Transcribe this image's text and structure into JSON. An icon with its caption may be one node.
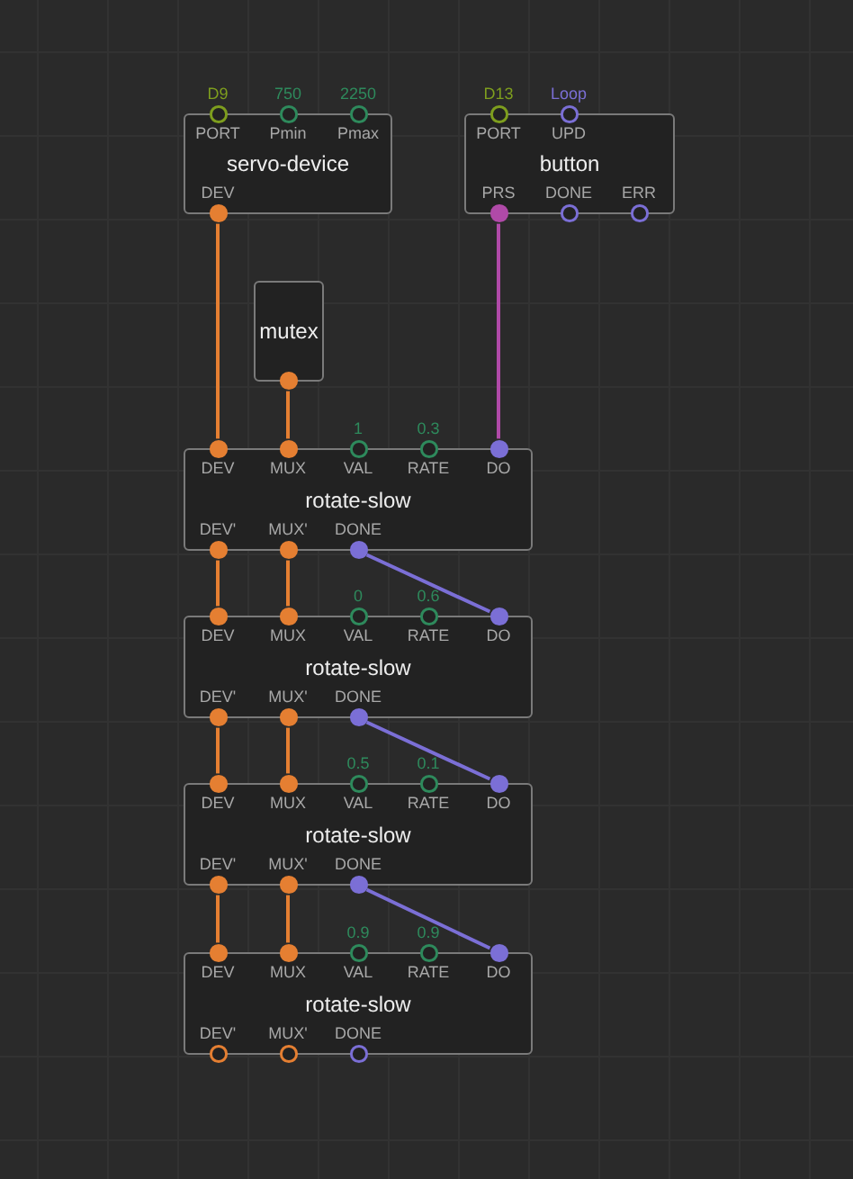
{
  "diagram": {
    "nodes": [
      {
        "text": [
          "servo-device"
        ]
      },
      {
        "text": [
          "PORT"
        ],
        "beside": [
          "D9"
        ],
        "in": 0
      },
      {
        "text": [
          "Pmin"
        ],
        "beside": [
          "750"
        ],
        "in": 0
      },
      {
        "text": [
          "Pmax"
        ],
        "beside": [
          "2250"
        ],
        "in": 0
      },
      {
        "text": [
          "DEV"
        ],
        "in": 0
      },
      {
        "text": [
          "button"
        ]
      },
      {
        "text": [
          "PORT"
        ],
        "beside": [
          "D13"
        ],
        "in": 5
      },
      {
        "text": [
          "UPD"
        ],
        "beside": [
          "Loop"
        ],
        "in": 5
      },
      {
        "text": [
          "PRS"
        ],
        "in": 5
      },
      {
        "text": [
          "DONE"
        ],
        "in": 5
      },
      {
        "text": [
          "ERR"
        ],
        "in": 5
      },
      {
        "text": [
          "mutex"
        ]
      },
      {
        "text": [],
        "shape": "circle",
        "in": 11
      },
      {
        "text": [
          "rotate-slow"
        ]
      },
      {
        "text": [
          "DEV"
        ],
        "in": 13
      },
      {
        "text": [
          "MUX"
        ],
        "in": 13
      },
      {
        "text": [
          "VAL"
        ],
        "beside": [
          "1"
        ],
        "in": 13
      },
      {
        "text": [
          "RATE"
        ],
        "beside": [
          "0.3"
        ],
        "in": 13
      },
      {
        "text": [
          "DO"
        ],
        "in": 13
      },
      {
        "text": [
          "DEV'"
        ],
        "in": 13
      },
      {
        "text": [
          "MUX'"
        ],
        "in": 13
      },
      {
        "text": [
          "DONE"
        ],
        "in": 13
      },
      {
        "text": [
          "rotate-slow"
        ]
      },
      {
        "text": [
          "DEV"
        ],
        "in": 22
      },
      {
        "text": [
          "MUX"
        ],
        "in": 22
      },
      {
        "text": [
          "VAL"
        ],
        "beside": [
          "0"
        ],
        "in": 22
      },
      {
        "text": [
          "RATE"
        ],
        "beside": [
          "0.6"
        ],
        "in": 22
      },
      {
        "text": [
          "DO"
        ],
        "in": 22
      },
      {
        "text": [
          "DEV'"
        ],
        "in": 22
      },
      {
        "text": [
          "MUX'"
        ],
        "in": 22
      },
      {
        "text": [
          "DONE"
        ],
        "in": 22
      },
      {
        "text": [
          "rotate-slow"
        ]
      },
      {
        "text": [
          "DEV"
        ],
        "in": 31
      },
      {
        "text": [
          "MUX"
        ],
        "in": 31
      },
      {
        "text": [
          "VAL"
        ],
        "beside": [
          "0.5"
        ],
        "in": 31
      },
      {
        "text": [
          "RATE"
        ],
        "beside": [
          "0.1"
        ],
        "in": 31
      },
      {
        "text": [
          "DO"
        ],
        "in": 31
      },
      {
        "text": [
          "DEV'"
        ],
        "in": 31
      },
      {
        "text": [
          "MUX'"
        ],
        "in": 31
      },
      {
        "text": [
          "DONE"
        ],
        "in": 31
      },
      {
        "text": [
          "rotate-slow"
        ]
      },
      {
        "text": [
          "DEV"
        ],
        "in": 40
      },
      {
        "text": [
          "MUX"
        ],
        "in": 40
      },
      {
        "text": [
          "VAL"
        ],
        "beside": [
          "0.9"
        ],
        "in": 40
      },
      {
        "text": [
          "RATE"
        ],
        "beside": [
          "0.9"
        ],
        "in": 40
      },
      {
        "text": [
          "DO"
        ],
        "in": 40
      },
      {
        "text": [
          "DEV'"
        ],
        "in": 40
      },
      {
        "text": [
          "MUX'"
        ],
        "in": 40
      },
      {
        "text": [
          "DONE"
        ],
        "in": 40
      }
    ],
    "edges": [
      {
        "from": 4,
        "to": 14,
        "arrow": "none"
      },
      {
        "from": 12,
        "to": 15,
        "arrow": "none"
      },
      {
        "from": 8,
        "to": 18,
        "arrow": "none",
        "color": "#b04aa8"
      },
      {
        "from": 19,
        "to": 23,
        "arrow": "none"
      },
      {
        "from": 20,
        "to": 24,
        "arrow": "none"
      },
      {
        "from": 21,
        "to": 27,
        "arrow": "none",
        "color": "#7b6fd6"
      },
      {
        "from": 28,
        "to": 32,
        "arrow": "none"
      },
      {
        "from": 29,
        "to": 33,
        "arrow": "none"
      },
      {
        "from": 30,
        "to": 36,
        "arrow": "none",
        "color": "#7b6fd6"
      },
      {
        "from": 37,
        "to": 41,
        "arrow": "none"
      },
      {
        "from": 38,
        "to": 42,
        "arrow": "none"
      },
      {
        "from": 39,
        "to": 45,
        "arrow": "none",
        "color": "#7b6fd6"
      }
    ]
  }
}
